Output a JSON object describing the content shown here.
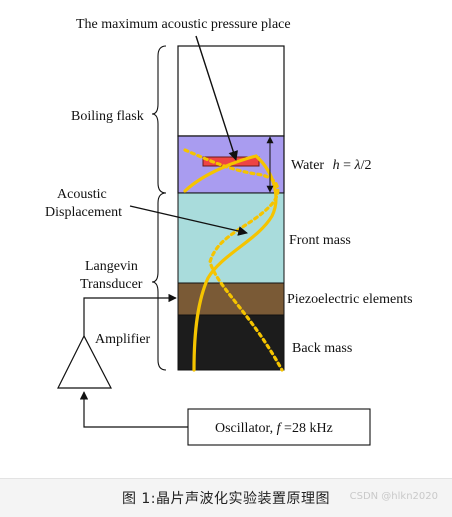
{
  "labels": {
    "max_pressure": "The maximum acoustic pressure place",
    "boiling_flask": "Boiling flask",
    "acoustic_line1": "Acoustic",
    "acoustic_line2": "Displacement",
    "langevin_line1": "Langevin",
    "langevin_line2": "Transducer",
    "amplifier": "Amplifier",
    "water_prefix": "Water",
    "water_var": "h",
    "water_eq": " = ",
    "water_lambda": "λ",
    "water_tail": "/2",
    "front_mass": "Front mass",
    "piezo": "Piezoelectric elements",
    "back_mass": "Back mass",
    "osc_prefix": "Oscillator, ",
    "osc_var": "f",
    "osc_value": " =28 kHz"
  },
  "caption": "图 1:晶片声波化实验装置原理图",
  "watermark": "CSDN @hlkn2020",
  "colors": {
    "water": "#a99cf0",
    "front_mass": "#a9dcdc",
    "piezo": "#7a5a36",
    "back_mass": "#1c1c1c",
    "wave": "#f5c400",
    "sample": "#ee4444"
  }
}
